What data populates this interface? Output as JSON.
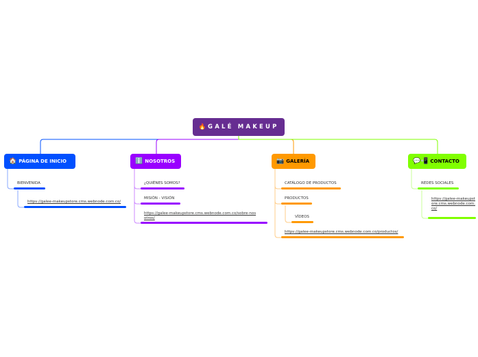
{
  "root": {
    "title": "GALÉ MAKEUP",
    "icon": "fire-icon",
    "color": "#662d91"
  },
  "branches": [
    {
      "label": "PÁGINA DE INICIO",
      "icon": "house-icon",
      "color": "#0050ff",
      "children": [
        {
          "text": "BIENVENIDA",
          "children": [
            {
              "text": "https://galee-makeupstore.cms.webnode.com.co/",
              "link": true
            }
          ]
        }
      ]
    },
    {
      "label": "NOSOTROS",
      "icon": "info-icon",
      "color": "#9900ff",
      "children": [
        {
          "text": "¿QUIÉNES SOMOS?"
        },
        {
          "text": "MISIÓN - VISIÓN"
        },
        {
          "text": "https://galee-makeupstore.cms.webnode.com.co/sobre-nosotros/",
          "link": true
        }
      ]
    },
    {
      "label": "GALERÍA",
      "icon": "camera-icon",
      "color": "#ff9900",
      "children": [
        {
          "text": "CATÁLOGO DE PRODUCTOS"
        },
        {
          "text": "PRODUCTOS",
          "children": [
            {
              "text": "VÍDEOS"
            }
          ]
        },
        {
          "text": "https://galee-makeupstore.cms.webnode.com.co/productos/",
          "link": true
        }
      ]
    },
    {
      "label": "CONTACTO",
      "icon": "chat-phone-icon",
      "color": "#80ff00",
      "children": [
        {
          "text": "REDES SOCIALES",
          "children": [
            {
              "text": "https://galee-makeupstore.cms.webnode.com.co/",
              "link": true
            }
          ]
        }
      ]
    }
  ]
}
